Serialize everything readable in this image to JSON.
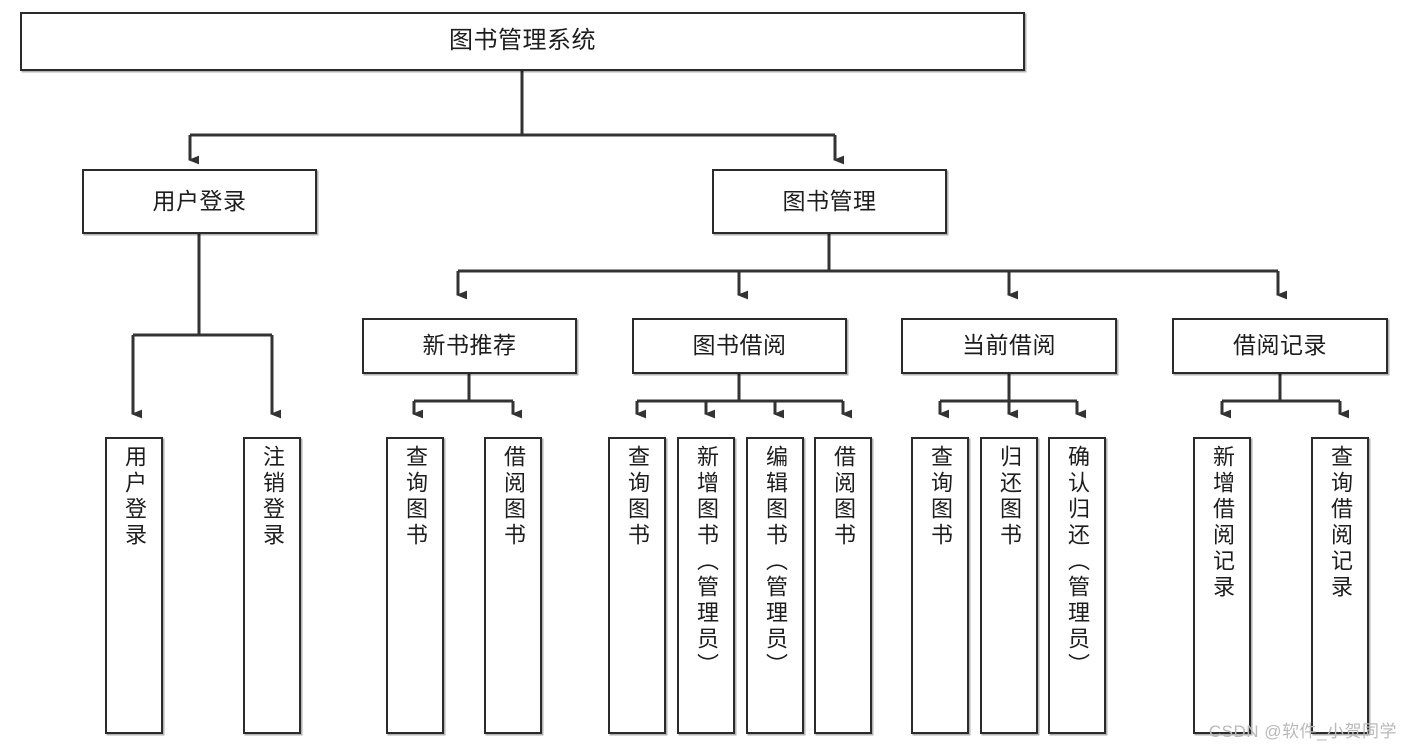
{
  "diagram": {
    "type": "tree",
    "title": "图书管理系统",
    "orientation": "top-down",
    "colors": {
      "node_border": "#2b2b2b",
      "node_fill": "#ffffff",
      "edge": "#333333",
      "text": "#1d1d1d",
      "watermark": "#b9b9b9"
    },
    "watermark": "CSDN @软件_小贺同学",
    "root": {
      "id": "root",
      "label": "图书管理系统",
      "level": 1
    },
    "level2": [
      {
        "id": "user-login",
        "label": "用户登录",
        "level": 2
      },
      {
        "id": "book-manage",
        "label": "图书管理",
        "level": 2
      }
    ],
    "level3": [
      {
        "id": "new-book-rec",
        "label": "新书推荐",
        "level": 3,
        "parent": "book-manage"
      },
      {
        "id": "book-borrow",
        "label": "图书借阅",
        "level": 3,
        "parent": "book-manage"
      },
      {
        "id": "current-borrow",
        "label": "当前借阅",
        "level": 3,
        "parent": "book-manage"
      },
      {
        "id": "borrow-record",
        "label": "借阅记录",
        "level": 3,
        "parent": "book-manage"
      }
    ],
    "leaves": [
      {
        "id": "leaf-user-login",
        "label": "用户登录",
        "parent": "user-login"
      },
      {
        "id": "leaf-user-logout",
        "label": "注销登录",
        "parent": "user-login"
      },
      {
        "id": "leaf-rec-query-book",
        "label": "查询图书",
        "parent": "new-book-rec"
      },
      {
        "id": "leaf-rec-borrow-book",
        "label": "借阅图书",
        "parent": "new-book-rec"
      },
      {
        "id": "leaf-brw-query-book",
        "label": "查询图书",
        "parent": "book-borrow"
      },
      {
        "id": "leaf-brw-add-book",
        "label": "新增图书（管理员）",
        "parent": "book-borrow"
      },
      {
        "id": "leaf-brw-edit-book",
        "label": "编辑图书（管理员）",
        "parent": "book-borrow"
      },
      {
        "id": "leaf-brw-borrow-book",
        "label": "借阅图书",
        "parent": "book-borrow"
      },
      {
        "id": "leaf-cur-query-book",
        "label": "查询图书",
        "parent": "current-borrow"
      },
      {
        "id": "leaf-cur-return-book",
        "label": "归还图书",
        "parent": "current-borrow"
      },
      {
        "id": "leaf-cur-confirm",
        "label": "确认归还（管理员）",
        "parent": "current-borrow"
      },
      {
        "id": "leaf-rec-add-record",
        "label": "新增借阅记录",
        "parent": "borrow-record"
      },
      {
        "id": "leaf-rec-query-record",
        "label": "查询借阅记录",
        "parent": "borrow-record"
      }
    ]
  }
}
